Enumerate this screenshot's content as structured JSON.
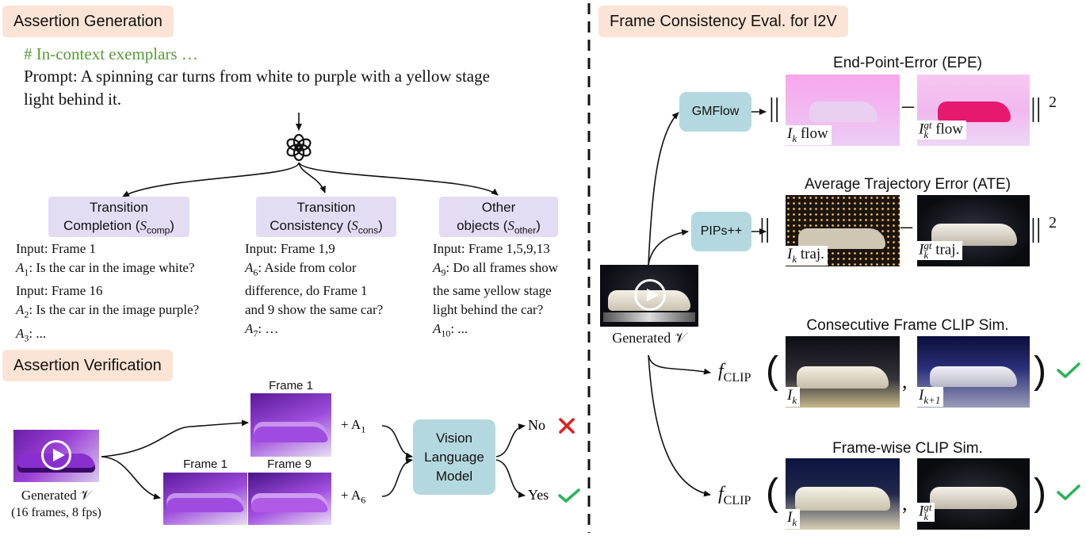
{
  "left": {
    "assertion_generation": {
      "title": "Assertion Generation",
      "comment": "# In-context exemplars …",
      "prompt_line1": "Prompt: A spinning car turns from white to purple with a yellow stage",
      "prompt_line2": "light behind it.",
      "categories": [
        {
          "line1": "Transition",
          "line2": "Completion",
          "sub_var": "S",
          "sub": "comp"
        },
        {
          "line1": "Transition",
          "line2": "Consistency",
          "sub_var": "S",
          "sub": "cons"
        },
        {
          "line1": "Other",
          "line2": "objects",
          "sub_var": "S",
          "sub": "other"
        }
      ],
      "questions": [
        [
          {
            "text": "Input: Frame 1"
          },
          {
            "var": "A",
            "sub": "1",
            "text": ": Is the car in the image white?"
          },
          {
            "text": "Input: Frame 16"
          },
          {
            "var": "A",
            "sub": "2",
            "text": ": Is the car in the image purple?"
          },
          {
            "var": "A",
            "sub": "3",
            "text": ": ..."
          }
        ],
        [
          {
            "text": "Input: Frame 1,9"
          },
          {
            "var": "A",
            "sub": "6",
            "text": ": Aside from color"
          },
          {
            "text": "difference, do Frame 1"
          },
          {
            "text": "and 9 show the same car?"
          },
          {
            "var": "A",
            "sub": "7",
            "text": ": …"
          }
        ],
        [
          {
            "text": "Input: Frame 1,5,9,13"
          },
          {
            "var": "A",
            "sub": "9",
            "text": ": Do all frames show"
          },
          {
            "text": "the same yellow stage"
          },
          {
            "text": "light behind the car?"
          },
          {
            "var": "A",
            "sub": "10",
            "text": ": ..."
          }
        ]
      ]
    },
    "assertion_verification": {
      "title": "Assertion Verification",
      "generated_label": "Generated 𝒱",
      "generated_sub": "(16 frames, 8 fps)",
      "frame_top": "Frame 1",
      "frame_bottom_1": "Frame 1",
      "frame_bottom_2": "Frame 9",
      "plus_a1": "+ A",
      "plus_a1_sub": "1",
      "plus_a6": "+ A",
      "plus_a6_sub": "6",
      "vlm_line1": "Vision",
      "vlm_line2": "Language",
      "vlm_line3": "Model",
      "no_label": "No",
      "yes_label": "Yes"
    }
  },
  "right": {
    "title": "Frame Consistency Eval. for I2V",
    "generated_label": "Generated 𝒱",
    "gmflow": "GMFlow",
    "pips": "PIPs++",
    "epe_title": "End-Point-Error (EPE)",
    "ate_title": "Average Trajectory Error (ATE)",
    "ccs_title": "Consecutive Frame CLIP Sim.",
    "fcs_title": "Frame-wise CLIP Sim.",
    "flow_label": "flow",
    "traj_label": "traj.",
    "I": "I",
    "k": "k",
    "gt": "gt",
    "k1": "k+1",
    "f": "f",
    "clip": "CLIP",
    "squared": "2"
  },
  "colors": {
    "header_bg": "#fbe4d5",
    "category_bg": "#e4dcf3",
    "model_bg": "#b4d8df",
    "comment_green": "#5a9a3a",
    "cross_red": "#e02020",
    "check_green": "#2bb35a"
  }
}
